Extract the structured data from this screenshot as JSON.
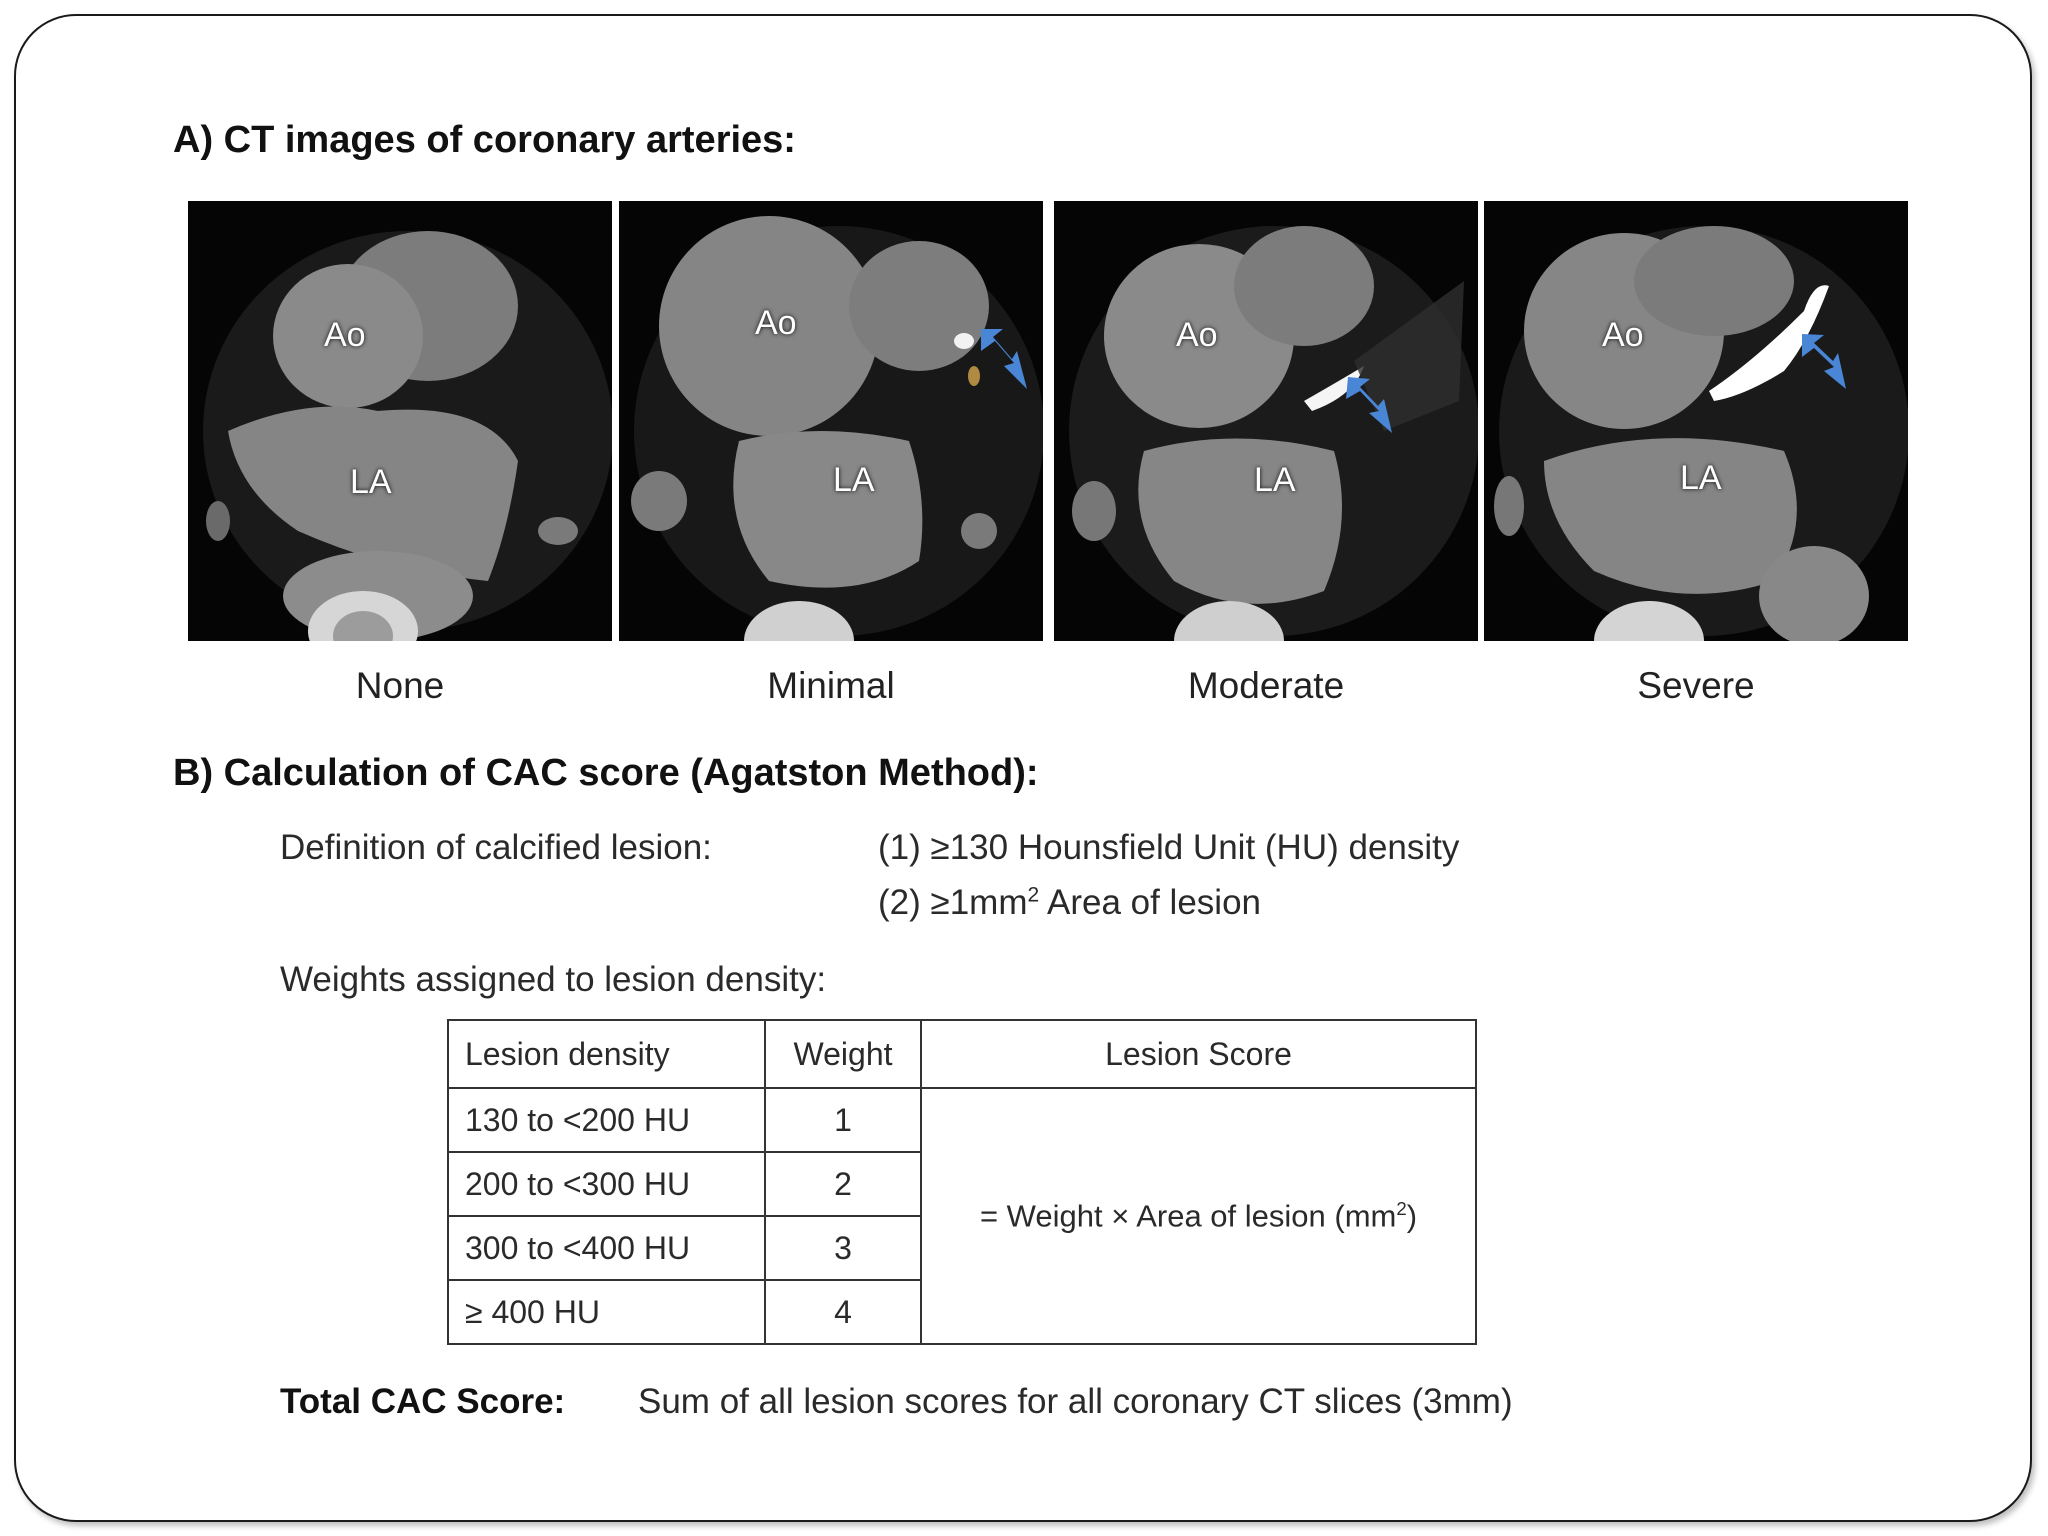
{
  "section_a": {
    "heading": "A) CT images of coronary arteries:",
    "panels": [
      {
        "caption": "None",
        "label_ao": "Ao",
        "label_la": "LA"
      },
      {
        "caption": "Minimal",
        "label_ao": "Ao",
        "label_la": "LA"
      },
      {
        "caption": "Moderate",
        "label_ao": "Ao",
        "label_la": "LA"
      },
      {
        "caption": "Severe",
        "label_ao": "Ao",
        "label_la": "LA"
      }
    ],
    "arrow_color": "#4a86d6"
  },
  "section_b": {
    "heading": "B) Calculation of CAC score (Agatston Method):",
    "definition_label": "Definition of calcified lesion:",
    "definition_item_1": "(1) ≥130 Hounsfield Unit (HU) density",
    "definition_item_2_prefix": "(2) ≥1mm",
    "definition_item_2_sup": "2",
    "definition_item_2_suffix": " Area of lesion",
    "weights_label": "Weights assigned to lesion density:",
    "table": {
      "headers": [
        "Lesion density",
        "Weight",
        "Lesion Score"
      ],
      "rows": [
        {
          "density": "130 to <200 HU",
          "weight": "1"
        },
        {
          "density": "200 to <300 HU",
          "weight": "2"
        },
        {
          "density": "300 to <400 HU",
          "weight": "3"
        },
        {
          "density": "≥ 400 HU",
          "weight": "4"
        }
      ],
      "score_prefix": "= Weight  ×  Area of lesion (mm",
      "score_sup": "2",
      "score_suffix": ")"
    },
    "total_label": "Total CAC Score:",
    "total_text": "Sum of all lesion scores for all coronary CT slices (3mm)"
  }
}
